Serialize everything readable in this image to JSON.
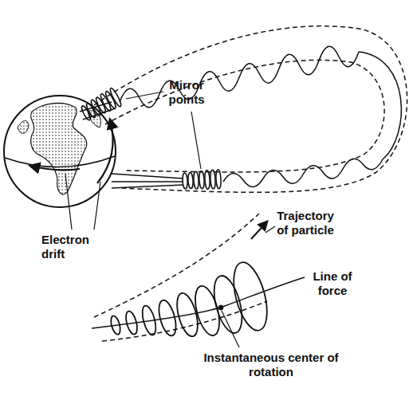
{
  "diagram": {
    "labels": [
      "Mirror points",
      "Electron drift",
      "Trajectory of particle",
      "Line of force",
      "Instantaneous center of rotation"
    ]
  }
}
